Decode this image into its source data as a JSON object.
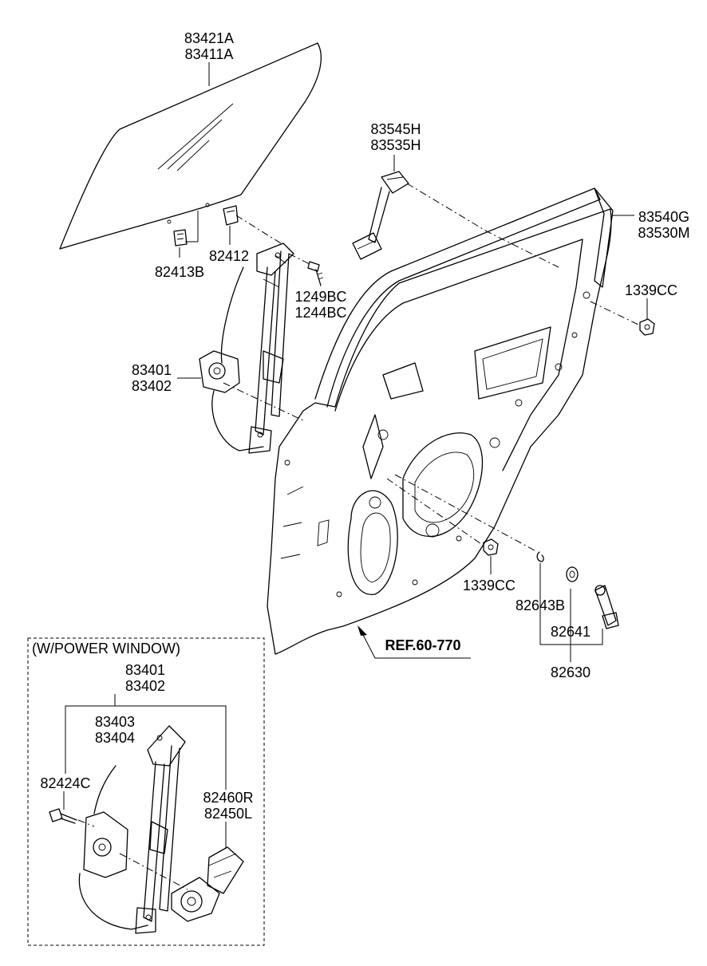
{
  "parts": {
    "glass": [
      "83421A",
      "83411A"
    ],
    "glass_clip_left": "82413B",
    "glass_clip_right": "82412",
    "regulator_bolt": [
      "1249BC",
      "1244BC"
    ],
    "regulator_manual": [
      "83401",
      "83402"
    ],
    "rear_channel": [
      "83545H",
      "83535H"
    ],
    "door_weatherstrip": [
      "83540G",
      "83530M"
    ],
    "nut_upper": "1339CC",
    "nut_lower": "1339CC",
    "handle_clip": "82643B",
    "handle_washer": "82641",
    "handle_assy": "82630",
    "ref": "REF.60-770"
  },
  "power_window": {
    "title": "(W/POWER WINDOW)",
    "regulator": [
      "83401",
      "83402"
    ],
    "regulator_inner": [
      "83403",
      "83404"
    ],
    "bolt": "82424C",
    "motor": [
      "82460R",
      "82450L"
    ]
  }
}
